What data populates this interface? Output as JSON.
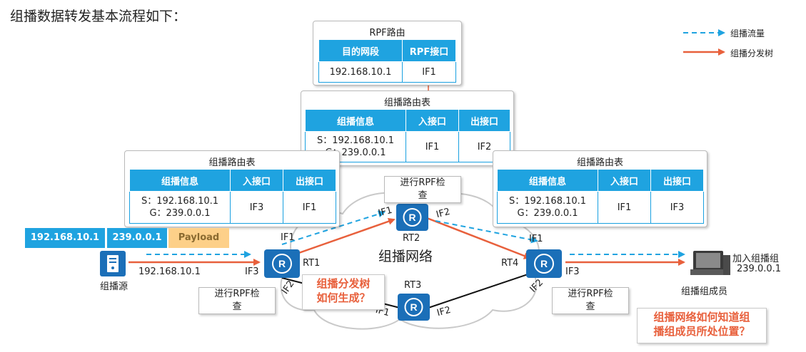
{
  "title": "组播数据转发基本流程如下：",
  "legend": {
    "flow_label": "组播流量",
    "tree_label": "组播分发树",
    "flow_color": "#1fa3e0",
    "tree_color": "#e8603c"
  },
  "rpf_panel": {
    "title": "RPF路由",
    "headers": [
      "目的网段",
      "RPF接口"
    ],
    "row": [
      "192.168.10.1",
      "IF1"
    ]
  },
  "rt2_table": {
    "title": "组播路由表",
    "headers": [
      "组播信息",
      "入接口",
      "出接口"
    ],
    "info_s": "S：192.168.10.1",
    "info_g": "G：239.0.0.1",
    "in_if": "IF1",
    "out_if": "IF2"
  },
  "rt1_table": {
    "title": "组播路由表",
    "headers": [
      "组播信息",
      "入接口",
      "出接口"
    ],
    "info_s": "S：192.168.10.1",
    "info_g": "G：239.0.0.1",
    "in_if": "IF3",
    "out_if": "IF1"
  },
  "rt4_table": {
    "title": "组播路由表",
    "headers": [
      "组播信息",
      "入接口",
      "出接口"
    ],
    "info_s": "S：192.168.10.1",
    "info_g": "G：239.0.0.1",
    "in_if": "IF1",
    "out_if": "IF3"
  },
  "packet": {
    "src": "192.168.10.1",
    "group": "239.0.0.1",
    "payload": "Payload"
  },
  "source": {
    "ip": "192.168.10.1",
    "label": "组播源"
  },
  "network_label": "组播网络",
  "routers": {
    "rt1": "RT1",
    "rt2": "RT2",
    "rt3": "RT3",
    "rt4": "RT4"
  },
  "interfaces": {
    "if1": "IF1",
    "if2": "IF2",
    "if3": "IF3"
  },
  "rpf_check_callout_line1": "进行RPF检",
  "rpf_check_callout_line2": "查",
  "note_tree_line1": "组播分发树",
  "note_tree_line2": "如何生成？",
  "member": {
    "join_line1": "加入组播组",
    "join_line2": "239.0.0.1",
    "label": "组播组成员"
  },
  "note_member_line1": "组播网络如何知道组",
  "note_member_line2": "播组成员所处位置？"
}
